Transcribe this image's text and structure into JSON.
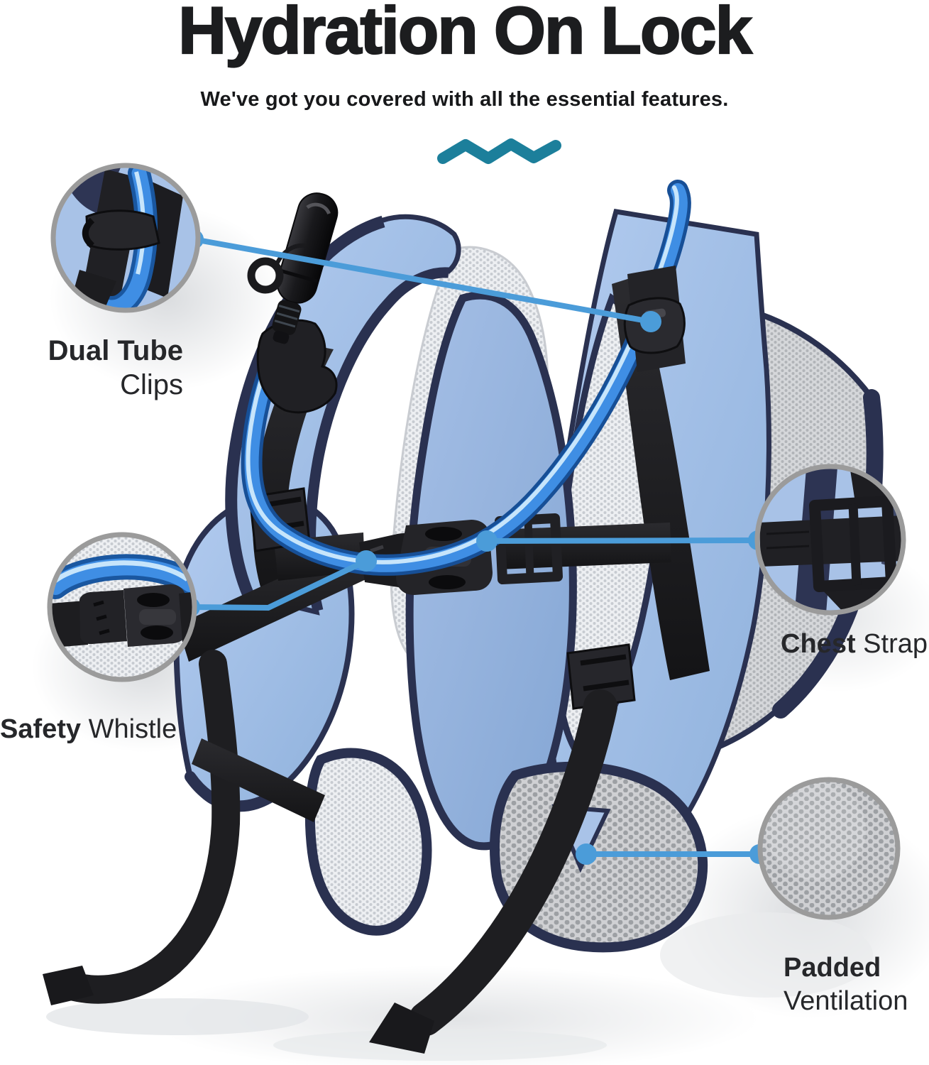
{
  "header": {
    "title": "Hydration On Lock",
    "subtitle": "We've got you covered with all the essential features."
  },
  "callouts": [
    {
      "id": "dual-tube-clips",
      "title": "Dual Tube",
      "subtitle": "Clips"
    },
    {
      "id": "safety-whistle",
      "title": "Safety",
      "subtitle": "Whistle"
    },
    {
      "id": "chest-strap",
      "title": "Chest",
      "subtitle": "Strap"
    },
    {
      "id": "padded-ventilation",
      "title": "Padded",
      "subtitle": "Ventilation"
    }
  ],
  "product": {
    "name": "hydration-backpack",
    "features_shown": [
      "tube clip",
      "safety whistle buckle",
      "chest strap slider",
      "padded mesh back"
    ]
  },
  "colors": {
    "accent_blue": "#4b9cd9",
    "teal": "#1c7f9b",
    "title_text": "#1c1d1f",
    "label_text": "#26272a",
    "circle_ring": "#9b9b9b",
    "vest_blue": "#a3bfe6",
    "navy_trim": "#2a3150",
    "strap_black": "#1d1d20",
    "tube_blue": "#3f8ee4",
    "mesh_gray": "#cfd0d3",
    "background": "#ffffff"
  }
}
